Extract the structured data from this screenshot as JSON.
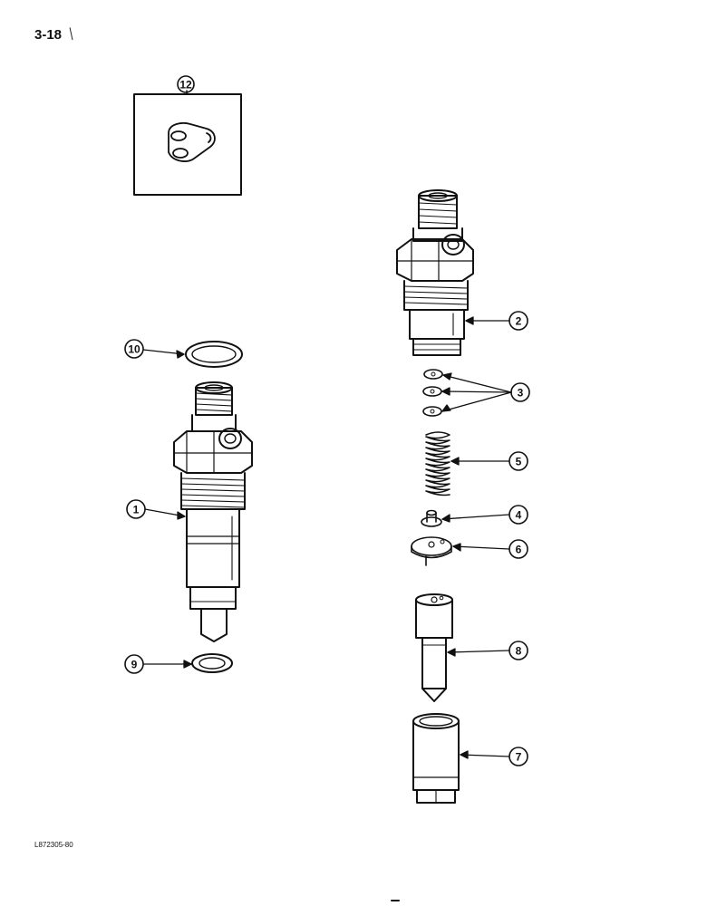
{
  "page": {
    "number": "3-18",
    "figure_code": "L872305-80"
  },
  "inset": {
    "callout": "12"
  },
  "callouts": {
    "c1": "1",
    "c2": "2",
    "c3": "3",
    "c4": "4",
    "c5": "5",
    "c6": "6",
    "c7": "7",
    "c8": "8",
    "c9": "9",
    "c10": "10"
  }
}
